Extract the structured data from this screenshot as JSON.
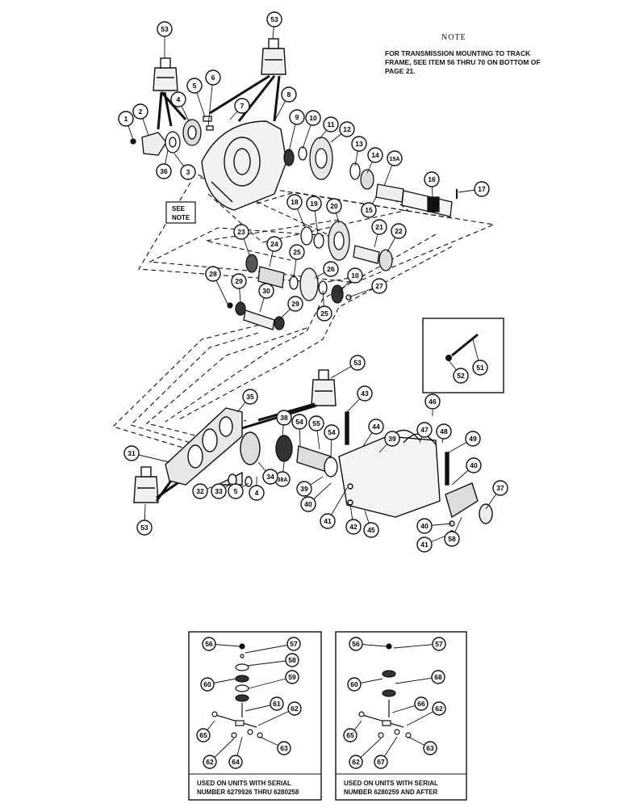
{
  "note": {
    "title": "NOTE",
    "body": "FOR TRANSMISSION MOUNTING TO TRACK FRAME, SEE ITEM 56 THRU 70 ON BOTTOM OF PAGE 21."
  },
  "see_note": [
    "SEE",
    "NOTE"
  ],
  "callouts": [
    "1",
    "2",
    "3",
    "36",
    "4",
    "5",
    "6",
    "7",
    "8",
    "9",
    "10",
    "11",
    "12",
    "13",
    "14",
    "15A",
    "15",
    "16",
    "17",
    "18",
    "19",
    "20",
    "21",
    "22",
    "23",
    "24",
    "25",
    "26",
    "10",
    "27",
    "28",
    "29",
    "30",
    "29",
    "25",
    "53",
    "53",
    "53",
    "53",
    "51",
    "52",
    "46",
    "43",
    "47",
    "48",
    "49",
    "40",
    "37",
    "35",
    "38",
    "54",
    "55",
    "54",
    "44",
    "39",
    "38A",
    "39",
    "40",
    "41",
    "42",
    "45",
    "40",
    "41",
    "58",
    "31",
    "32",
    "33",
    "5",
    "4",
    "34"
  ],
  "inset_left": {
    "callouts": [
      "56",
      "57",
      "58",
      "60",
      "59",
      "61",
      "62",
      "65",
      "62",
      "64",
      "63"
    ],
    "caption_line1": "USED ON UNITS WITH SERIAL",
    "caption_line2": "NUMBER 6279926 THRU 6280258"
  },
  "inset_right": {
    "callouts": [
      "56",
      "57",
      "60",
      "68",
      "66",
      "62",
      "65",
      "62",
      "67",
      "63"
    ],
    "caption_line1": "USED ON UNITS WITH SERIAL",
    "caption_line2": "NUMBER 6280259 AND AFTER"
  }
}
